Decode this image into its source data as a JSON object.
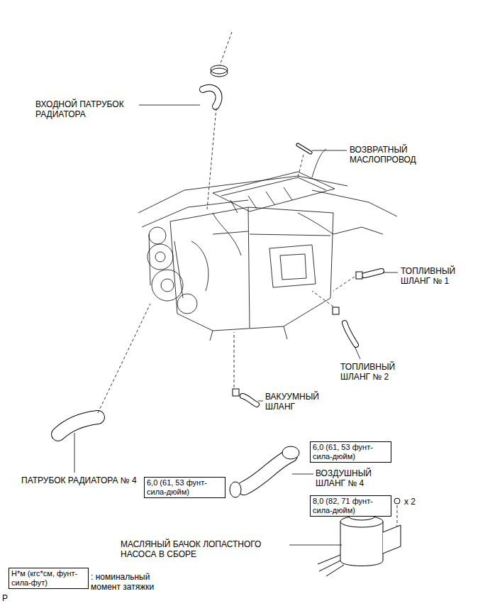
{
  "diagram": {
    "nodes": [
      {
        "text": [
          "6,0 (61, 53 фунт-сила-дюйм)"
        ]
      },
      {
        "text": [
          "6,0 (61, 53 фунт-сила-дюйм)"
        ]
      },
      {
        "text": [
          "8,0 (82, 71 фунт-сила-дюйм)"
        ]
      },
      {
        "text": [
          "Н*м (кгс*см, фунт-сила-фут)"
        ]
      }
    ],
    "labels": [
      "ВХОДНОЙ ПАТРУБОК РАДИАТОРА",
      "ВОЗВРАТНЫЙ МАСЛОПРОВОД",
      "ТОПЛИВНЫЙ ШЛАНГ № 1",
      "ТОПЛИВНЫЙ ШЛАНГ № 2",
      "ВАКУУМНЫЙ ШЛАНГ",
      "ПАТРУБОК РАДИАТОРА № 4",
      "ВОЗДУШНЫЙ ШЛАНГ № 4",
      "x 2",
      "МАСЛЯНЫЙ БАЧОК ЛОПАСТНОГО НАСОСА В СБОРЕ",
      ": номинальный момент затяжки",
      "P"
    ]
  }
}
